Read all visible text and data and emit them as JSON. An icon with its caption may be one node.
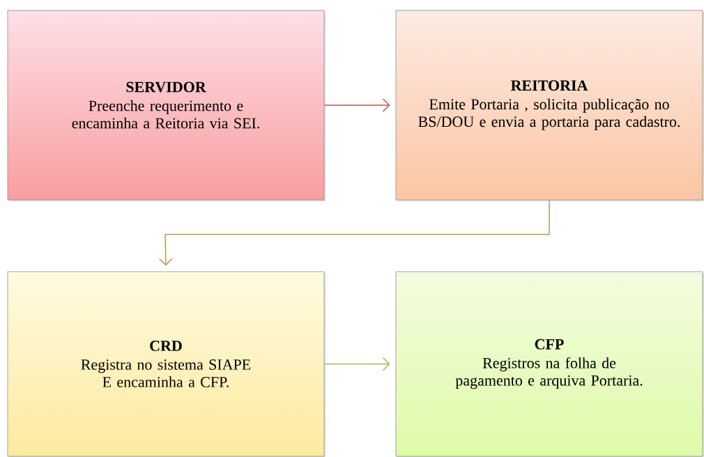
{
  "diagram": {
    "nodes": [
      {
        "text": [
          "SERVIDOR",
          "Preenche requerimento e encaminha a Reitoria via SEI."
        ]
      },
      {
        "text": [
          "REITORIA",
          "Emite Portaria , solicita publicação no BS/DOU e envia a portaria para cadastro."
        ]
      },
      {
        "text": [
          "CRD",
          "Registra no sistema SIAPE E encaminha a CFP."
        ]
      },
      {
        "text": [
          "CFP",
          "Registros na folha de pagamento e arquiva Portaria."
        ]
      }
    ],
    "edges": [
      {
        "from": 0,
        "to": 1,
        "arrow": "to",
        "color": "#c0504d"
      },
      {
        "from": 1,
        "to": 2,
        "arrow": "to",
        "color": "#b8944c"
      },
      {
        "from": 2,
        "to": 3,
        "arrow": "to",
        "color": "#9bbb59"
      }
    ]
  }
}
